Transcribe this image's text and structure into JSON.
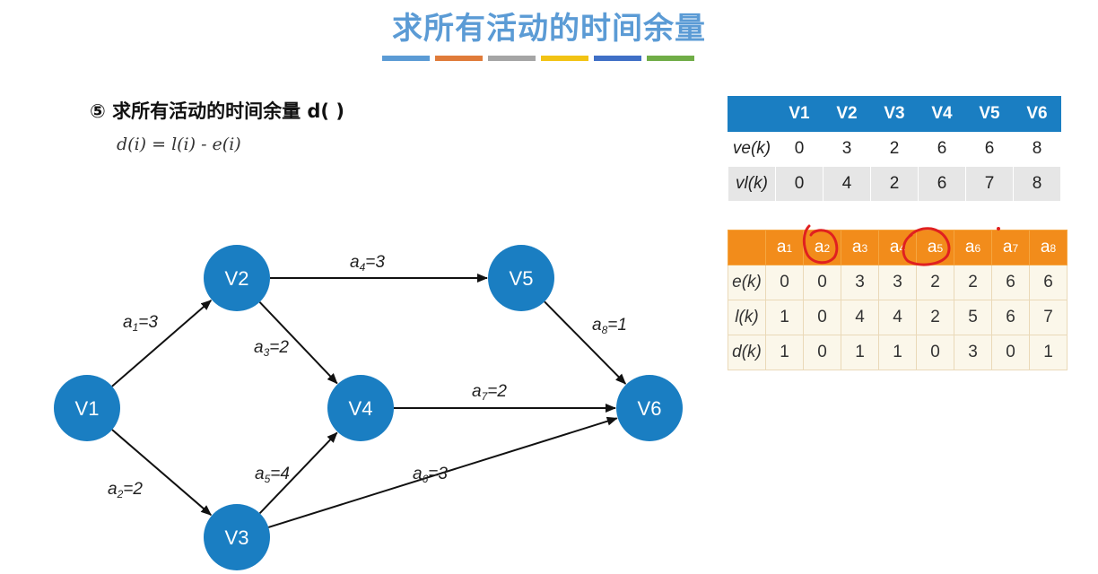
{
  "title": "求所有活动的时间余量",
  "colors": {
    "title": "#5b9bd5",
    "bars": [
      "#5b9bd5",
      "#e07b39",
      "#a5a5a5",
      "#f2c314",
      "#3f6fc6",
      "#70ad47"
    ],
    "node": "#1a7ec2",
    "vertex_header": "#1a7ec2",
    "activity_header": "#f28c1b",
    "annotation": "#e02020"
  },
  "step_heading": "⑤ 求所有活动的时间余量 d( )",
  "formula": "d(i) = l(i) - e(i)",
  "graph": {
    "nodes": [
      "V1",
      "V2",
      "V3",
      "V4",
      "V5",
      "V6"
    ],
    "edges": [
      {
        "name": "a",
        "sub": "1",
        "weight": "=3",
        "from": "V1",
        "to": "V2"
      },
      {
        "name": "a",
        "sub": "2",
        "weight": "=2",
        "from": "V1",
        "to": "V3"
      },
      {
        "name": "a",
        "sub": "3",
        "weight": "=2",
        "from": "V2",
        "to": "V4"
      },
      {
        "name": "a",
        "sub": "4",
        "weight": "=3",
        "from": "V2",
        "to": "V5"
      },
      {
        "name": "a",
        "sub": "5",
        "weight": "=4",
        "from": "V3",
        "to": "V4"
      },
      {
        "name": "a",
        "sub": "6",
        "weight": "=3",
        "from": "V3",
        "to": "V6"
      },
      {
        "name": "a",
        "sub": "7",
        "weight": "=2",
        "from": "V4",
        "to": "V6"
      },
      {
        "name": "a",
        "sub": "8",
        "weight": "=1",
        "from": "V5",
        "to": "V6"
      }
    ]
  },
  "vertex_table": {
    "headers": [
      "V1",
      "V2",
      "V3",
      "V4",
      "V5",
      "V6"
    ],
    "rows": [
      {
        "label": "ve(k)",
        "values": [
          "0",
          "3",
          "2",
          "6",
          "6",
          "8"
        ]
      },
      {
        "label": "vl(k)",
        "values": [
          "0",
          "4",
          "2",
          "6",
          "7",
          "8"
        ]
      }
    ]
  },
  "activity_table": {
    "headers": [
      {
        "name": "a",
        "sub": "1"
      },
      {
        "name": "a",
        "sub": "2"
      },
      {
        "name": "a",
        "sub": "3"
      },
      {
        "name": "a",
        "sub": "4"
      },
      {
        "name": "a",
        "sub": "5"
      },
      {
        "name": "a",
        "sub": "6"
      },
      {
        "name": "a",
        "sub": "7"
      },
      {
        "name": "a",
        "sub": "8"
      }
    ],
    "rows": [
      {
        "label": "e(k)",
        "values": [
          "0",
          "0",
          "3",
          "3",
          "2",
          "2",
          "6",
          "6"
        ]
      },
      {
        "label": "l(k)",
        "values": [
          "1",
          "0",
          "4",
          "4",
          "2",
          "5",
          "6",
          "7"
        ]
      },
      {
        "label": "d(k)",
        "values": [
          "1",
          "0",
          "1",
          "1",
          "0",
          "3",
          "0",
          "1"
        ]
      }
    ],
    "circled_columns": [
      "a2",
      "a5"
    ]
  }
}
